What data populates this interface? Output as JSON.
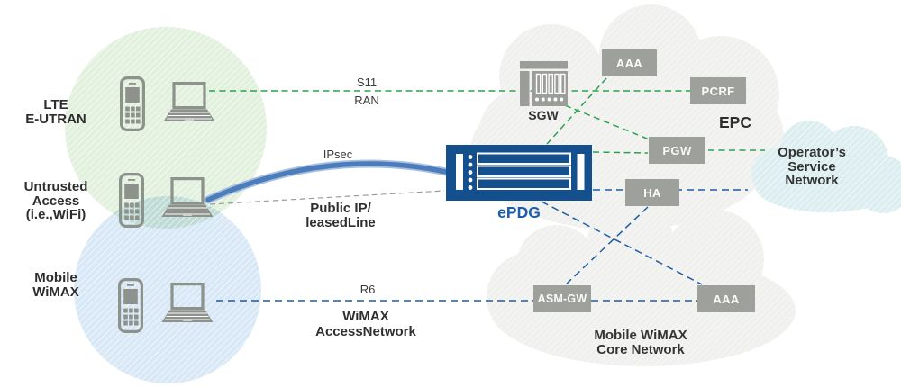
{
  "access": {
    "lte": {
      "label": "LTE\nE-UTRAN"
    },
    "untrusted": {
      "label": "Untrusted\nAccess\n(i.e.,WiFi)"
    },
    "wimax": {
      "label": "Mobile\nWiMAX"
    }
  },
  "links": {
    "s11": "S11",
    "ran": "RAN",
    "ipsec": "IPsec",
    "public_ip": "Public IP/\nleasedLine",
    "r6": "R6",
    "wimax_access": "WiMAX\nAccessNetwork"
  },
  "nodes": {
    "sgw": "SGW",
    "epdg": "ePDG",
    "aaa_epc": "AAA",
    "pcrf": "PCRF",
    "pgw": "PGW",
    "ha": "HA",
    "asm_gw": "ASM-GW",
    "aaa_wimax": "AAA"
  },
  "regions": {
    "epc": "EPC",
    "operators_service": "Operator’s\nService\nNetwork",
    "wimax_core": "Mobile WiMAX\nCore Network"
  },
  "colors": {
    "green_link": "#2ba24e",
    "blue_link": "#1d5ba4",
    "gray_link": "#9b9b9b",
    "ipsec_link": "#4b7cbb",
    "node_box": "#9ea09c",
    "epdg_box": "#14508e",
    "epdg_label": "#1d5caa",
    "lte_zone": "#e2f1dd",
    "wimax_zone": "#d8e8f6",
    "epc_cloud": "#f0f0ee",
    "operators_cloud": "#dceef0",
    "device_gray": "#8d928d"
  }
}
